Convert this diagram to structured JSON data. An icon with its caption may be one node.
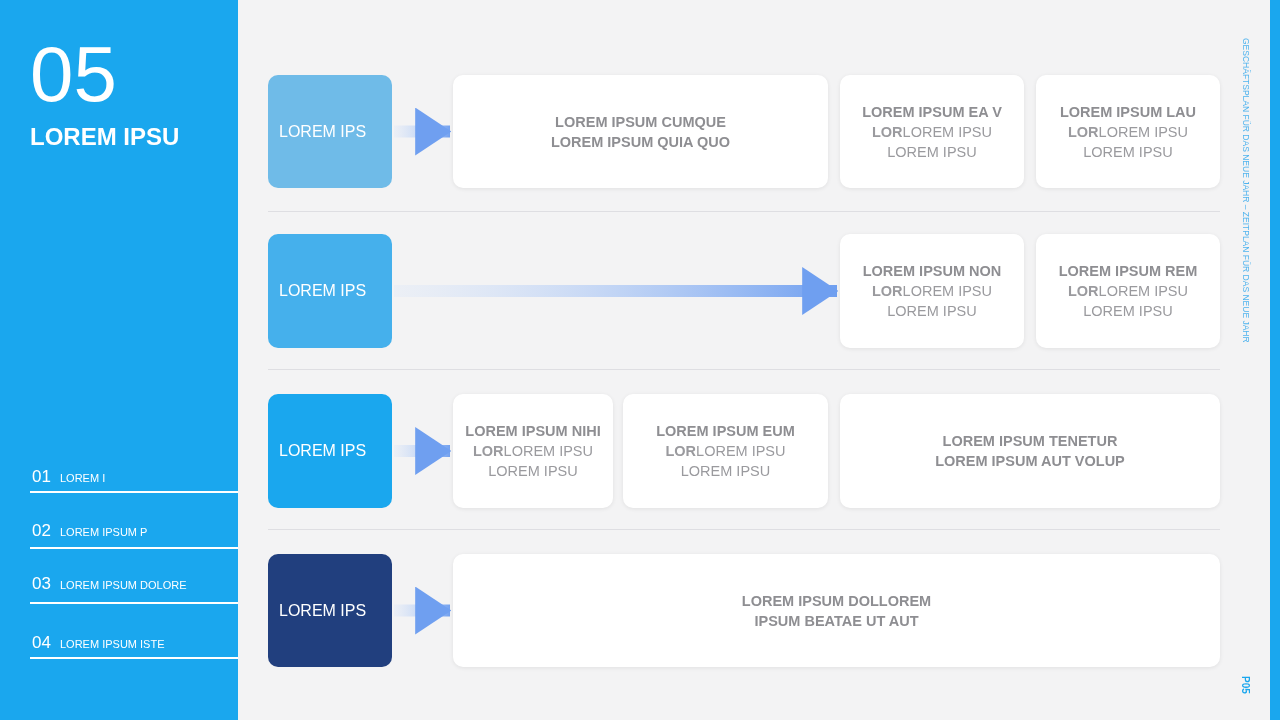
{
  "diagram": {
    "title": "LOREM IPSU",
    "nodes": [
      {
        "text": [
          "LOREM IPS"
        ]
      },
      {
        "text": [
          "LOREM IPSUM CUMQUE LOREM IPSUM QUIA QUO"
        ]
      },
      {
        "text": [
          "LOREM IPSUM EA V",
          "**LOR**LOREM IPSU LOREM IPSU"
        ]
      },
      {
        "text": [
          "LOREM IPSUM LAU",
          "**LOR**LOREM IPSU LOREM IPSU"
        ]
      },
      {
        "text": [
          "LOREM IPS"
        ]
      },
      {
        "text": [
          "LOREM IPSUM NON",
          "**LOR**LOREM IPSU LOREM IPSU"
        ]
      },
      {
        "text": [
          "LOREM IPSUM REM",
          "**LOR**LOREM IPSU LOREM IPSU"
        ]
      },
      {
        "text": [
          "LOREM IPS"
        ]
      },
      {
        "text": [
          "LOREM IPSUM NIHI",
          "**LOR**LOREM IPSU LOREM IPSU"
        ]
      },
      {
        "text": [
          "LOREM IPSUM EUM",
          "**LOR**LOREM IPSU LOREM IPSU"
        ]
      },
      {
        "text": [
          "LOREM IPSUM TENETUR LOREM IPSUM AUT VOLUP"
        ]
      },
      {
        "text": [
          "LOREM IPS"
        ]
      },
      {
        "text": [
          "**LOREM IPSUM DOL**LOREM IPSUM BEATAE UT AUT"
        ]
      }
    ],
    "edges": [
      {
        "from": 0,
        "to": 1,
        "arrow": "to"
      },
      {
        "from": 4,
        "to": 5,
        "arrow": "to"
      },
      {
        "from": 7,
        "to": 8,
        "arrow": "to"
      },
      {
        "from": 11,
        "to": 12,
        "arrow": "to"
      }
    ],
    "labels": [
      "05",
      "01",
      "LOREM I",
      "02",
      "LOREM IPSUM P",
      "03",
      "LOREM IPSUM DOLORE",
      "04",
      "LOREM IPSUM ISTE",
      "GESCHÄFTSPLAN FÜR DAS NEUE JAHR – ZEITPLAN FÜR DAS NEUE JAHR",
      "P05"
    ]
  }
}
